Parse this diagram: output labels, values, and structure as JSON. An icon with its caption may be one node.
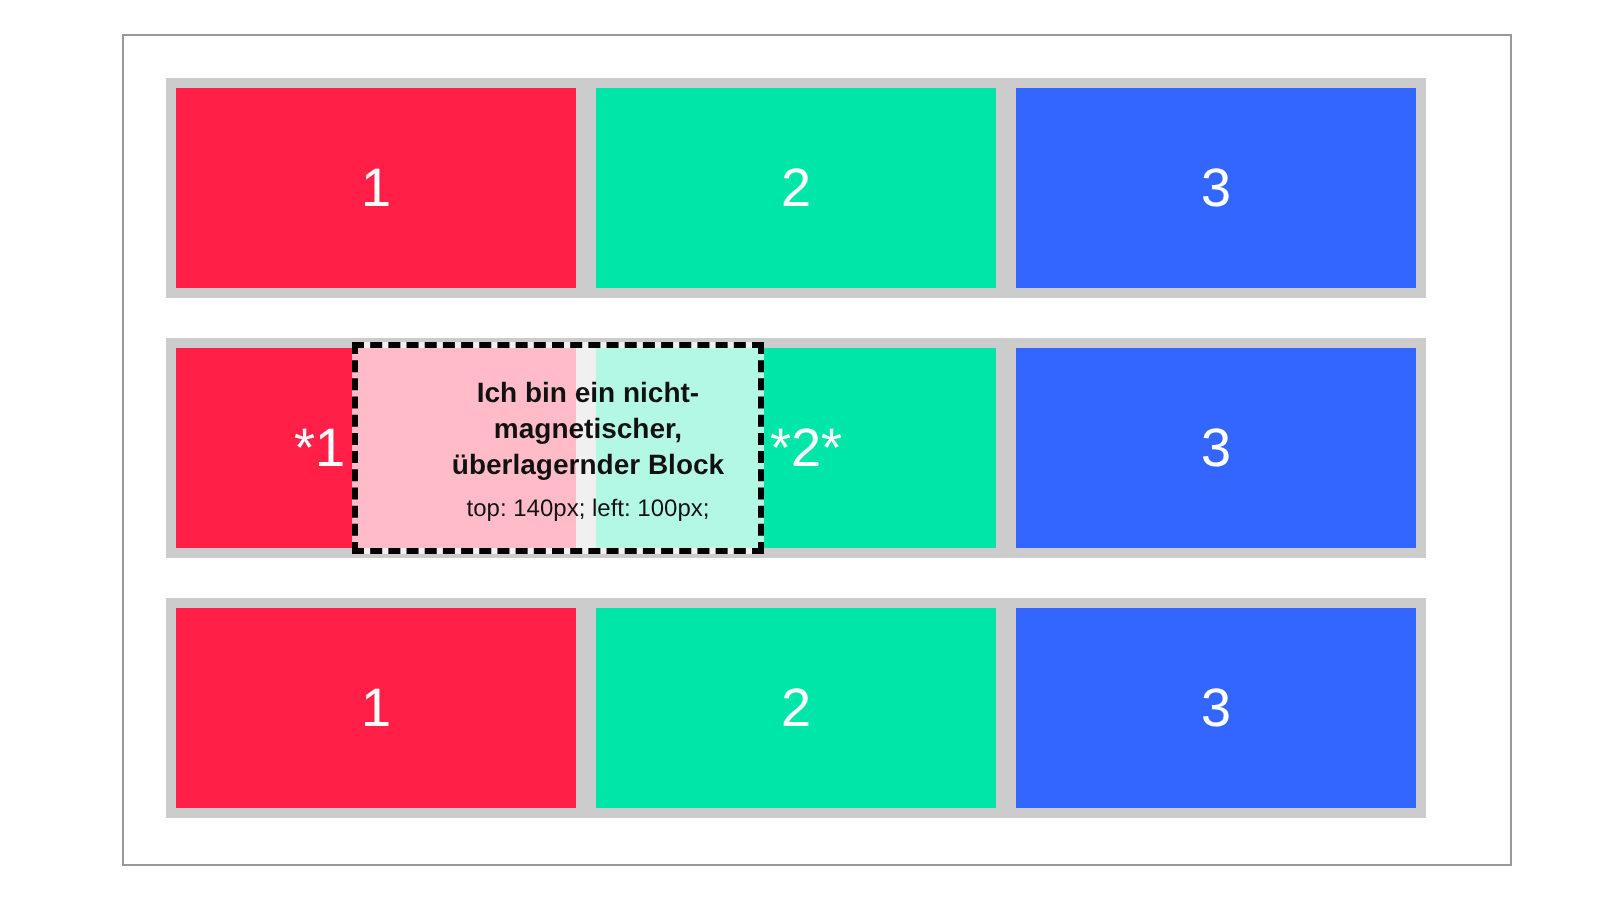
{
  "diagram": {
    "nodes": [
      {
        "text": [],
        "shape": "box"
      },
      {
        "text": [
          "1"
        ],
        "in": 0
      },
      {
        "text": [
          "2"
        ],
        "in": 0
      },
      {
        "text": [
          "3"
        ],
        "in": 0
      },
      {
        "text": [],
        "shape": "box"
      },
      {
        "text": [
          "*1"
        ],
        "in": 4
      },
      {
        "text": [
          "Ich bin ein nicht-magnetischer, überlagernder Block",
          "top: 140px; left: 100px;"
        ],
        "in": 4
      },
      {
        "text": [
          "*2*"
        ],
        "in": 4
      },
      {
        "text": [
          "3"
        ],
        "in": 4
      },
      {
        "text": [],
        "shape": "box"
      },
      {
        "text": [
          "1"
        ],
        "in": 9
      },
      {
        "text": [
          "2"
        ],
        "in": 9
      },
      {
        "text": [
          "3"
        ],
        "in": 9
      }
    ]
  }
}
